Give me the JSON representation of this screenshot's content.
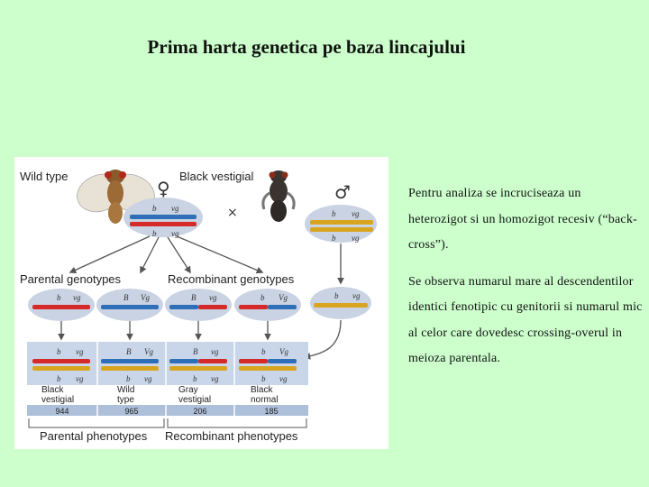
{
  "title": "Prima harta genetica pe baza lincajului",
  "figure": {
    "wild_type_label": "Wild type",
    "black_vestigial_label": "Black vestigial",
    "female_symbol": "♀",
    "male_symbol": "♂",
    "cross_symbol": "×",
    "parental_genotypes_label": "Parental genotypes",
    "recombinant_genotypes_label": "Recombinant genotypes",
    "parental_phenotypes_label": "Parental phenotypes",
    "recombinant_phenotypes_label": "Recombinant phenotypes",
    "allele_b": "b",
    "allele_B": "B",
    "allele_vg": "vg",
    "allele_Vg": "Vg",
    "phenotypes": [
      {
        "line1": "Black",
        "line2": "vestigial",
        "count": "944"
      },
      {
        "line1": "Wild",
        "line2": "type",
        "count": "965"
      },
      {
        "line1": "Gray",
        "line2": "vestigial",
        "count": "206"
      },
      {
        "line1": "Black",
        "line2": "normal",
        "count": "185"
      }
    ],
    "colors": {
      "red": "#d62a2a",
      "blue": "#2e6fb8",
      "gold": "#d9a520",
      "oval": "#c9d3e3",
      "box": "#c9d6ea",
      "arrow": "#555555"
    }
  },
  "text": {
    "paragraph1": "Pentru analiza se incruciseaza un heterozigot si un homozigot recesiv (“back-cross”).",
    "paragraph2": "Se observa numarul mare al descendentilor identici fenotipic cu genitorii si numarul mic al celor care dovedesc crossing-overul in meioza parentala."
  }
}
